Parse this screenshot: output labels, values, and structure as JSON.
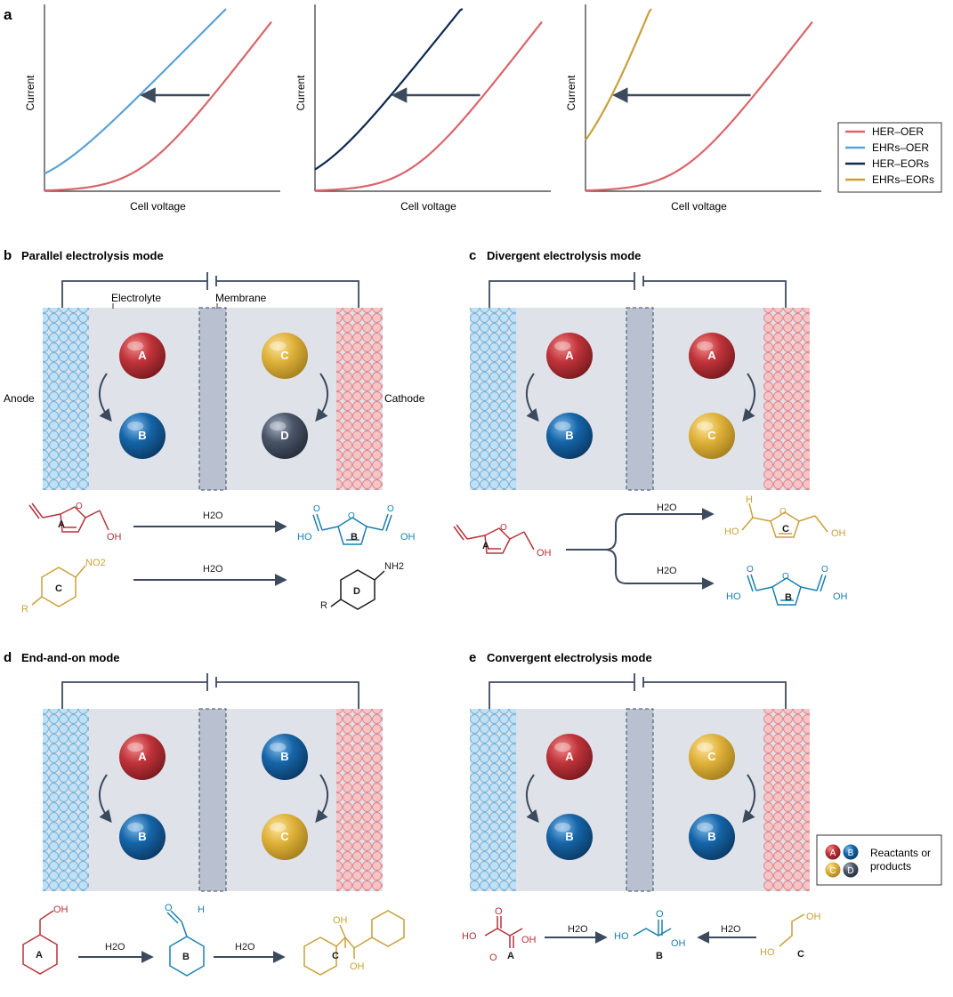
{
  "panel_a": {
    "letter": "a",
    "ylabel": "Current",
    "xlabel": "Cell voltage",
    "legend": [
      {
        "name": "HER–OER",
        "color": "#d9656a"
      },
      {
        "name": "EHRs–OER",
        "color": "#5aa3d4"
      },
      {
        "name": "HER–EORs",
        "color": "#0f2a4f"
      },
      {
        "name": "EHRs–EORs",
        "color": "#c9a13b"
      }
    ]
  },
  "chart_data": [
    {
      "type": "line",
      "xlabel": "Cell voltage",
      "ylabel": "Current",
      "series": [
        {
          "name": "HER–OER",
          "onset": 0.42,
          "slope": 1.6
        },
        {
          "name": "EHRs–OER",
          "onset": 0.0,
          "slope": 1.25
        }
      ]
    },
    {
      "type": "line",
      "xlabel": "Cell voltage",
      "ylabel": "Current",
      "series": [
        {
          "name": "HER–OER",
          "onset": 0.42,
          "slope": 1.6
        },
        {
          "name": "HER–EORs",
          "onset": 0.0,
          "slope": 1.55
        }
      ]
    },
    {
      "type": "line",
      "xlabel": "Cell voltage",
      "ylabel": "Current",
      "series": [
        {
          "name": "HER–OER",
          "onset": 0.42,
          "slope": 1.6
        },
        {
          "name": "EHRs–EORs",
          "onset": -0.02,
          "slope": 3.2
        }
      ]
    }
  ],
  "colors": {
    "A": "#c0343a",
    "B": "#1565a8",
    "C": "#e0b23a",
    "D": "#4a5568",
    "anode": "#bfe0f5",
    "cathode": "#f5b5b8",
    "cell": "#dfe2e8",
    "membrane": "#b9c0cf",
    "arrow": "#3c4a5e",
    "chemA": "#b5323a",
    "chemB": "#1a80b0",
    "chemC": "#c9a13b"
  },
  "panel_b": {
    "letter": "b",
    "title": "Parallel electrolysis mode",
    "electrolyte": "Electrolyte",
    "membrane": "Membrane",
    "anode": "Anode",
    "cathode": "Cathode",
    "spheres": [
      "A",
      "B",
      "C",
      "D"
    ],
    "rx1": {
      "water": "H2O",
      "ho": "HO",
      "oh": "OH",
      "oh2": "OH"
    },
    "rx2": {
      "water": "H2O",
      "no2": "NO2",
      "nh2": "NH2",
      "r1": "R",
      "r2": "R"
    }
  },
  "panel_c": {
    "letter": "c",
    "title": "Divergent electrolysis mode",
    "spheres": [
      "A",
      "B",
      "A",
      "C"
    ],
    "water1": "H2O",
    "water2": "H2O",
    "oh": "OH",
    "h": "H",
    "ho": "HO",
    "oh2": "OH",
    "o": "O",
    "ho2": "HO",
    "oh3": "OH"
  },
  "panel_d": {
    "letter": "d",
    "title": "End-and-on mode",
    "spheres": [
      "A",
      "B",
      "B",
      "C"
    ],
    "water1": "H2O",
    "water2": "H2O",
    "oh": "OH",
    "h": "H",
    "oh2": "OH",
    "oh3": "OH"
  },
  "panel_e": {
    "letter": "e",
    "title": "Convergent electrolysis mode",
    "spheres": [
      "A",
      "B",
      "C",
      "B"
    ],
    "water1": "H2O",
    "water2": "H2O",
    "ho": "HO",
    "oh": "OH",
    "o1": "O",
    "o2": "O",
    "ho2": "HO",
    "o3": "O",
    "oh2": "OH",
    "oh3": "OH",
    "ho3": "HO"
  },
  "legend_e": {
    "line1": "Reactants or",
    "line2": "products",
    "spheres": [
      "A",
      "B",
      "C",
      "D"
    ]
  }
}
